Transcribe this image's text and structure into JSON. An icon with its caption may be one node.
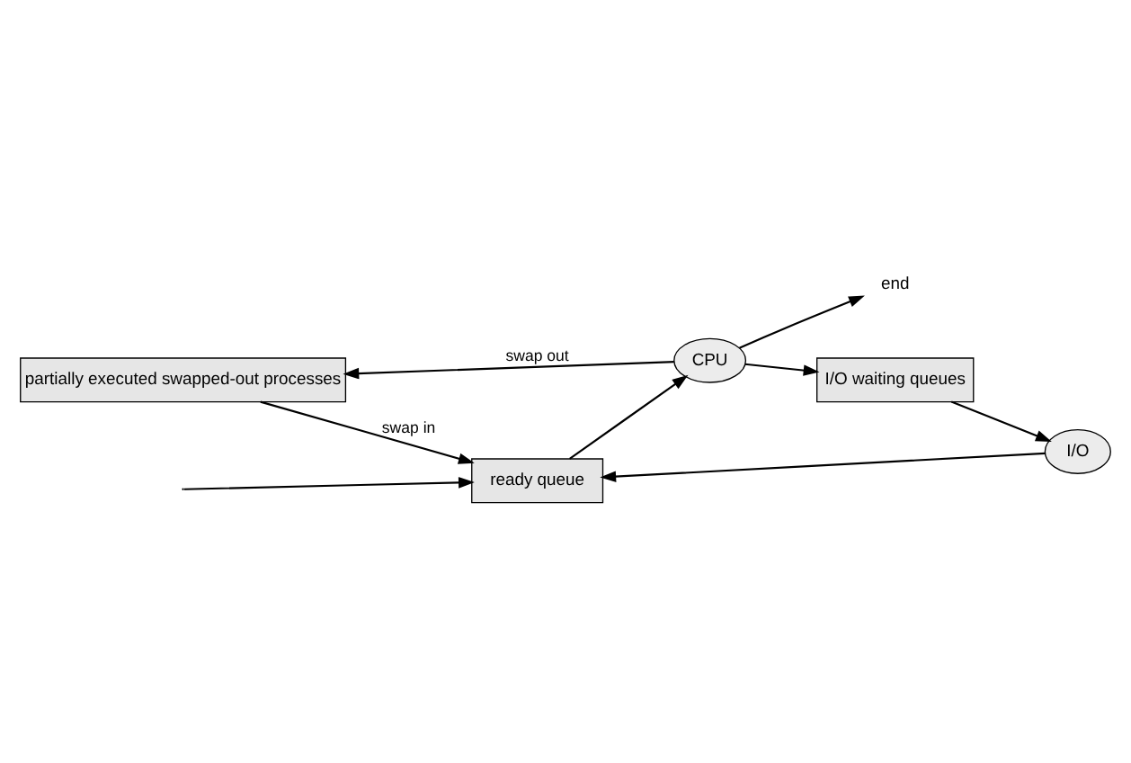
{
  "diagram": {
    "nodes": [
      {
        "text": [
          "partially executed swapped-out processes"
        ]
      },
      {
        "text": [
          "ready queue"
        ]
      },
      {
        "text": [
          "CPU"
        ]
      },
      {
        "text": [
          "I/O waiting queues"
        ]
      },
      {
        "text": [
          "I/O"
        ]
      },
      {
        "text": [
          "end"
        ]
      }
    ],
    "edges": [
      {
        "from": 0,
        "to": 1,
        "arrow": "to",
        "label": "swap in"
      },
      {
        "from": 2,
        "to": 0,
        "arrow": "to",
        "label": "swap out"
      },
      {
        "from": null,
        "to": 1,
        "arrow": "to"
      },
      {
        "from": 1,
        "to": 2,
        "arrow": "to"
      },
      {
        "from": 2,
        "to": 5,
        "arrow": "to"
      },
      {
        "from": 2,
        "to": 3,
        "arrow": "to"
      },
      {
        "from": 3,
        "to": 4,
        "arrow": "to"
      },
      {
        "from": 4,
        "to": 1,
        "arrow": "to"
      }
    ]
  }
}
